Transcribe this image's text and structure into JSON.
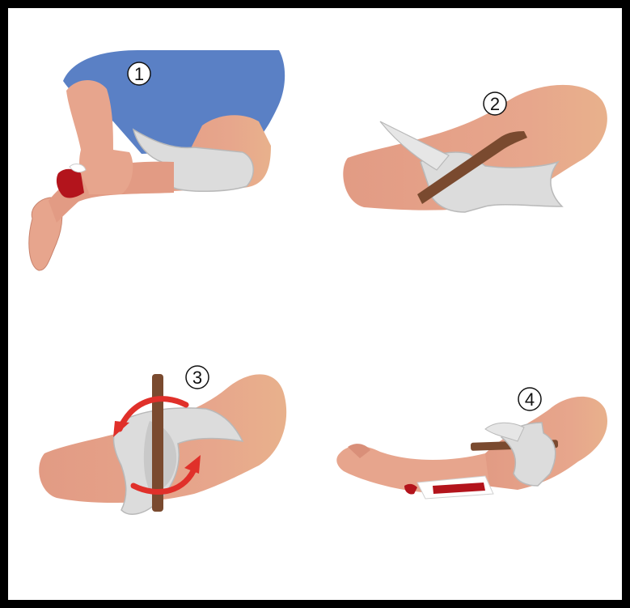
{
  "colors": {
    "frame": "#000000",
    "background": "#ffffff",
    "skin": "#e7a58d",
    "skin_shadow": "#d98f79",
    "shirt": "#5a80c5",
    "bandage": "#dcdcdc",
    "bandage_shadow": "#b9b9b9",
    "stick": "#7a4a2f",
    "blood": "#b3141c",
    "arrow": "#e0302a"
  },
  "steps": [
    {
      "number": "1",
      "icon": "tie-bandage-above-wound-illustration"
    },
    {
      "number": "2",
      "icon": "place-stick-on-knot-illustration"
    },
    {
      "number": "3",
      "icon": "twist-stick-to-tighten-illustration"
    },
    {
      "number": "4",
      "icon": "secure-stick-and-dress-wound-illustration"
    }
  ]
}
